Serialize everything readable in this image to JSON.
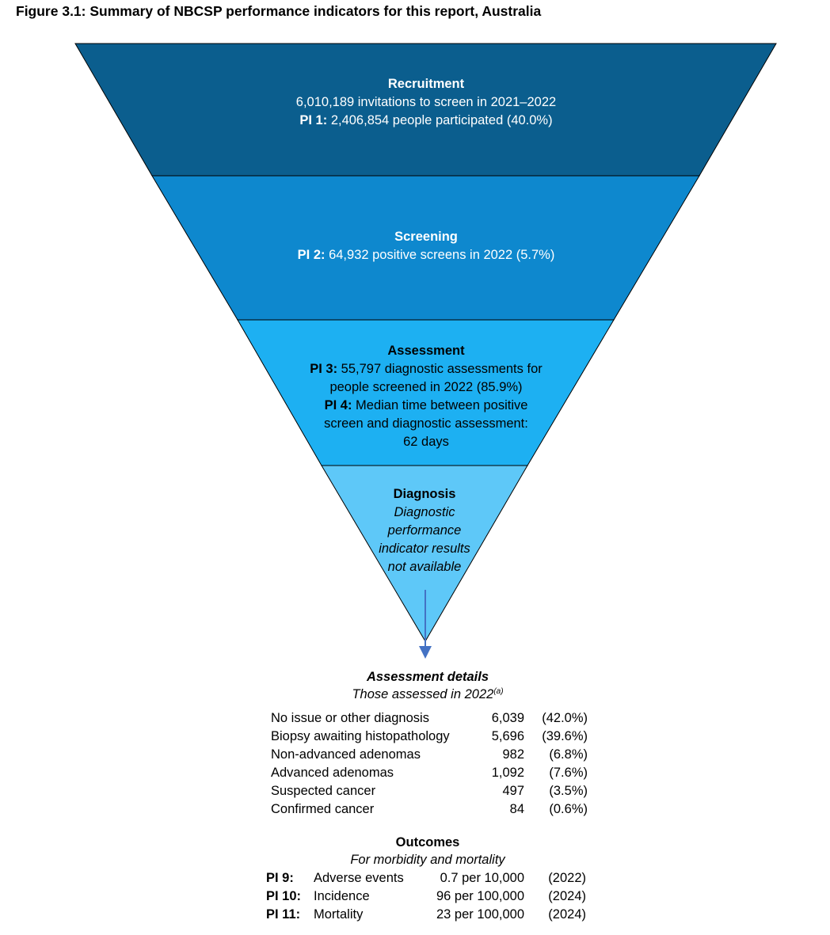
{
  "figure_title": "Figure 3.1: Summary of NBCSP performance indicators for this report, Australia",
  "colors": {
    "recruitment": "#0B5E8E",
    "screening": "#0E88CE",
    "assessment": "#1DB0F2",
    "diagnosis": "#5EC8F8",
    "arrow": "#4472C4"
  },
  "stages": {
    "recruitment": {
      "heading": "Recruitment",
      "line1": "6,010,189 invitations to screen in 2021–2022",
      "pi_label": "PI 1:",
      "pi_text": " 2,406,854 people participated (40.0%)"
    },
    "screening": {
      "heading": "Screening",
      "pi_label": "PI 2:",
      "pi_text": " 64,932 positive screens in 2022 (5.7%)"
    },
    "assessment": {
      "heading": "Assessment",
      "pi3_label": "PI 3:",
      "pi3_text_a": " 55,797 diagnostic assessments for",
      "pi3_text_b": "people screened in 2022 (85.9%)",
      "pi4_label": "PI 4:",
      "pi4_text_a": " Median time between positive",
      "pi4_text_b": "screen and diagnostic assessment:",
      "pi4_text_c": "62 days"
    },
    "diagnosis": {
      "heading": "Diagnosis",
      "lines": [
        "Diagnostic",
        "performance",
        "indicator results",
        "not available"
      ]
    }
  },
  "assessment_details": {
    "title": "Assessment details",
    "subtitle": "Those assessed in 2022",
    "subtitle_note": "(a)",
    "rows": [
      {
        "label": "No issue or other diagnosis",
        "count": "6,039",
        "pct": "(42.0%)"
      },
      {
        "label": "Biopsy awaiting histopathology",
        "count": "5,696",
        "pct": "(39.6%)"
      },
      {
        "label": "Non-advanced adenomas",
        "count": "982",
        "pct": "(6.8%)"
      },
      {
        "label": "Advanced adenomas",
        "count": "1,092",
        "pct": "(7.6%)"
      },
      {
        "label": "Suspected cancer",
        "count": "497",
        "pct": "(3.5%)"
      },
      {
        "label": "Confirmed cancer",
        "count": "84",
        "pct": "(0.6%)"
      }
    ]
  },
  "outcomes": {
    "title": "Outcomes",
    "subtitle": "For morbidity and mortality",
    "rows": [
      {
        "pi": "PI 9:",
        "label": "Adverse events",
        "rate": "0.7 per 10,000",
        "year": "(2022)"
      },
      {
        "pi": "PI 10:",
        "label": "Incidence",
        "rate": "96 per 100,000",
        "year": "(2024)"
      },
      {
        "pi": "PI 11:",
        "label": "Mortality",
        "rate": "23 per 100,000",
        "year": "(2024)"
      }
    ]
  }
}
